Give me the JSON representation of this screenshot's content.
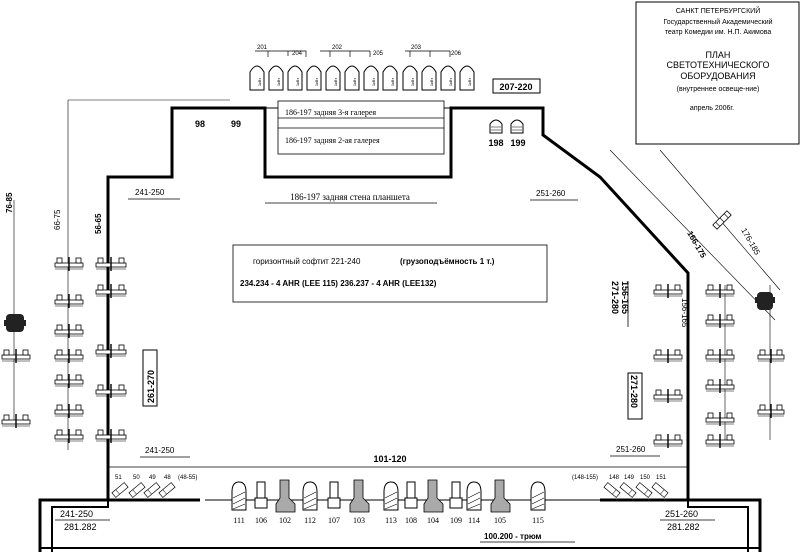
{
  "title_block": {
    "line1": "САНКТ ПЕТЕРБУРГСКИЙ",
    "line2": "Государственный Академический",
    "line3": "театр Комедии им. Н.П. Акимова",
    "plan1": "ПЛАН",
    "plan2": "СВЕТОТЕХНИЧЕСКОГО",
    "plan3": "ОБОРУДОВАНИЯ",
    "plan4": "(внутреннее освеще-ние)",
    "date": "апрель 2006г."
  },
  "top_group": {
    "n201": "201",
    "n204": "204",
    "n202": "202",
    "n205": "205",
    "n203": "203",
    "n206": "206",
    "range": "207-220"
  },
  "labels": {
    "l98": "98",
    "l99": "99",
    "gallery3": "186-197 задняя 3-я галерея",
    "gallery2": "186-197 задняя 2-ая галерея",
    "l198": "198",
    "l199": "199",
    "rear_wall": "186-197 задняя стена планшета",
    "tl_241": "241-250",
    "tr_251": "251-260",
    "bl_241": "241-250",
    "br_251": "251-260",
    "soffit": "горизонтный софтит  221-240",
    "capacity": "(грузоподъёмность 1 т.)",
    "filters": "234.234 - 4 AHR (LEE 115) 236.237 - 4 AHR (LEE132)",
    "l76": "76-85",
    "l66": "66-75",
    "l56": "56-65",
    "l261": "261-270",
    "l156a": "156-165",
    "l271a": "271-280",
    "l166": "166-175",
    "l176": "176-185",
    "l156b": "156-165",
    "l271b": "271-280",
    "l101": "101-120",
    "bot_left": "241-250",
    "bot_left2": "281.282",
    "bot_right": "251-260",
    "bot_right2": "281.282",
    "trum": "100.200 - трюм",
    "fl51": "51",
    "fl50": "50",
    "fl49": "49",
    "fl48": "48",
    "fl48_55": "(48-55)",
    "fr148_155": "(148-155)",
    "fr148": "148",
    "fr149": "149",
    "fr150": "150",
    "fr151": "151"
  },
  "footlights": {
    "f111": "111",
    "f106": "106",
    "f102": "102",
    "f112": "112",
    "f107": "107",
    "f103": "103",
    "f113": "113",
    "f108": "108",
    "f104": "104",
    "f109": "109",
    "f114": "114",
    "f105": "105",
    "f115": "115"
  },
  "top_fixtures": [
    "1кВт",
    "1кВт",
    "1кВт",
    "1кВт",
    "1кВт",
    "1кВт",
    "1кВт",
    "1кВт",
    "1кВт",
    "1кВт",
    "1кВт",
    "1кВт"
  ]
}
